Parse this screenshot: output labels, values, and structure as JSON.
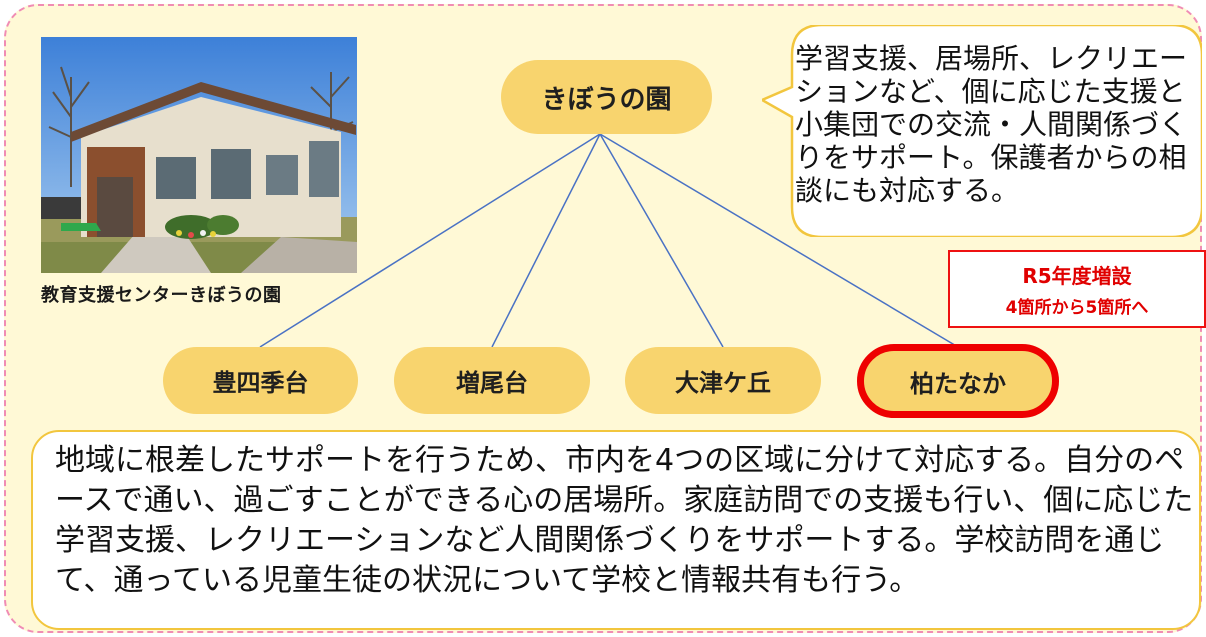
{
  "photo": {
    "caption": "教育支援センターきぼうの園"
  },
  "root": {
    "label": "きぼうの園"
  },
  "root_description": "学習支援、居場所、レクリエーションなど、個に応じた支援と小集団での交流・人間関係づくりをサポート。保護者からの相談にも対応する。",
  "branches": [
    {
      "label": "豊四季台",
      "highlighted": false
    },
    {
      "label": "増尾台",
      "highlighted": false
    },
    {
      "label": "大津ケ丘",
      "highlighted": false
    },
    {
      "label": "柏たなか",
      "highlighted": true
    }
  ],
  "badge": {
    "title": "R5年度増設",
    "subtitle": "4箇所から5箇所へ"
  },
  "branch_description": "地域に根差したサポートを行うため、市内を4つの区域に分けて対応する。自分のペースで通い、過ごすことができる心の居場所。家庭訪問での支援も行い、個に応じた学習支援、レクリエーションなど人間関係づくりをサポートする。学校訪問を通じて、通っている児童生徒の状況について学校と情報共有も行う。",
  "colors": {
    "background": "#fff9d6",
    "frame_dash": "#f08cb4",
    "node": "#f8d46e",
    "connector": "#4a72c4",
    "highlight": "#ee0000",
    "box_border": "#f2c63e"
  }
}
